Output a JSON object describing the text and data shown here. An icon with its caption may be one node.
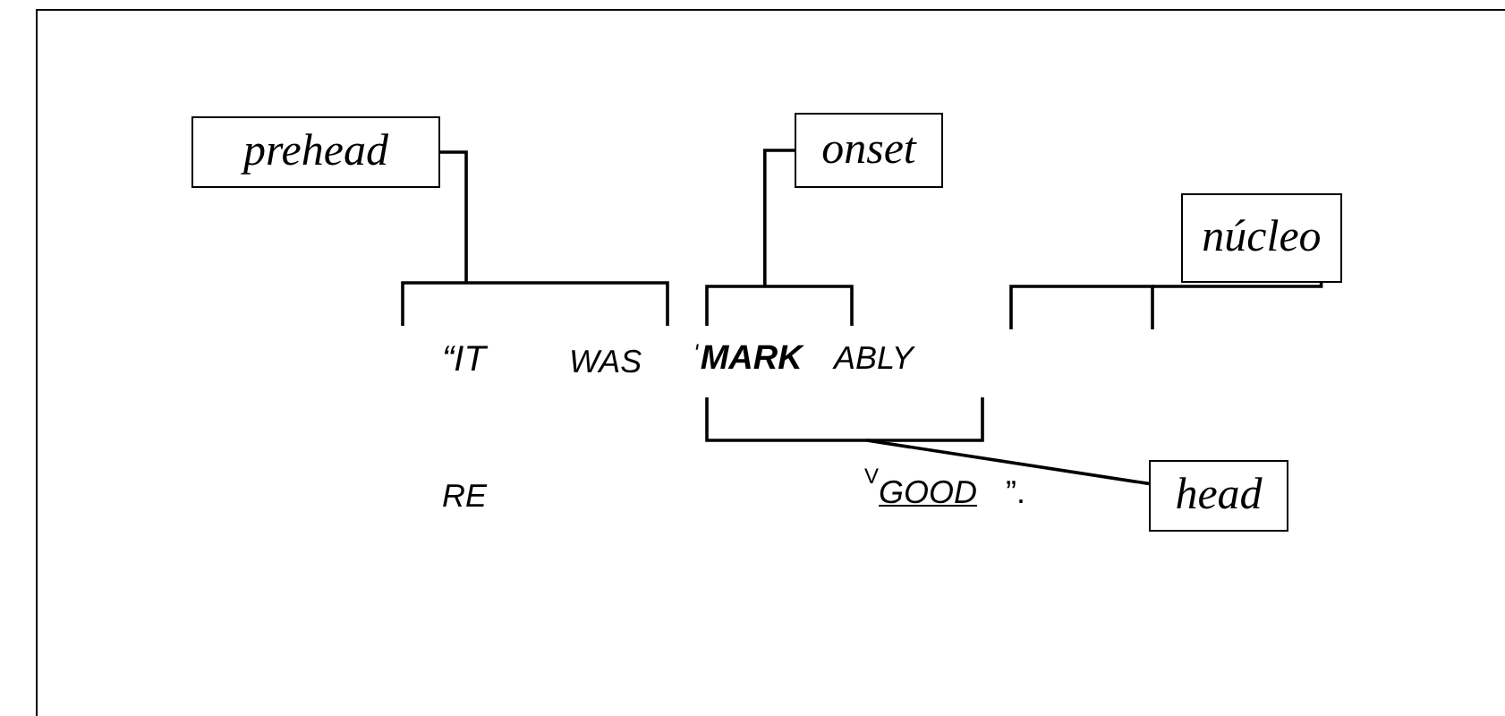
{
  "diagram": {
    "nodes": [
      {
        "text": [
          "prehead"
        ]
      },
      {
        "text": [
          "onset"
        ]
      },
      {
        "text": [
          "núcleo"
        ]
      },
      {
        "text": [],
        "shape": "bracket"
      },
      {
        "text": [],
        "shape": "bracket"
      },
      {
        "text": [],
        "shape": "bracket"
      },
      {
        "text": [],
        "shape": "bracket"
      },
      {
        "text": [
          "head"
        ]
      }
    ],
    "edges": [
      {
        "from": 0,
        "to": 3,
        "arrow": "none"
      },
      {
        "from": 1,
        "to": 4,
        "arrow": "none"
      },
      {
        "from": 2,
        "to": 5,
        "arrow": "none"
      },
      {
        "from": 6,
        "to": 7,
        "arrow": "none"
      }
    ],
    "labels": [
      "“IT",
      "WAS",
      "ˈ**MARK**",
      "ABLY",
      "RE",
      "V",
      "GOOD",
      "”."
    ]
  }
}
